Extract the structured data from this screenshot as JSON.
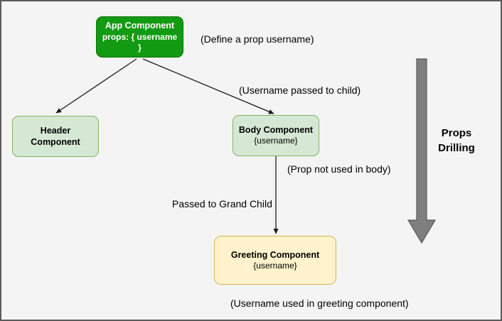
{
  "diagram": {
    "nodes": {
      "app": {
        "title": "App Component",
        "subtitle": "props: { username }"
      },
      "header": {
        "title": "Header Component"
      },
      "body": {
        "title": "Body Component",
        "subtitle": "{username}"
      },
      "greeting": {
        "title": "Greeting Component",
        "subtitle": "{username}"
      }
    },
    "annotations": {
      "define_prop": "(Define a prop username)",
      "passed_to_child": "(Username passed to child)",
      "prop_not_used": "(Prop not used in body)",
      "passed_to_grand_child": "Passed to Grand Child",
      "used_in_greeting": "(Username used in greeting component)"
    },
    "side_label": {
      "line1": "Props",
      "line2": "Drilling"
    }
  },
  "colors": {
    "canvas-bg": "#f4f4f4",
    "frame-border": "#5b5b5b",
    "text": "#000000",
    "app-fill": "#129b12",
    "app-border": "#0a700a",
    "app-text": "#ffffff",
    "light-green-fill": "#d5e8d4",
    "light-green-border": "#82b366",
    "yellow-fill": "#fff2cc",
    "yellow-border": "#d6b656",
    "connector": "#1a1a1a",
    "big-arrow-fill": "#7f7f7f",
    "big-arrow-border": "#575757"
  }
}
